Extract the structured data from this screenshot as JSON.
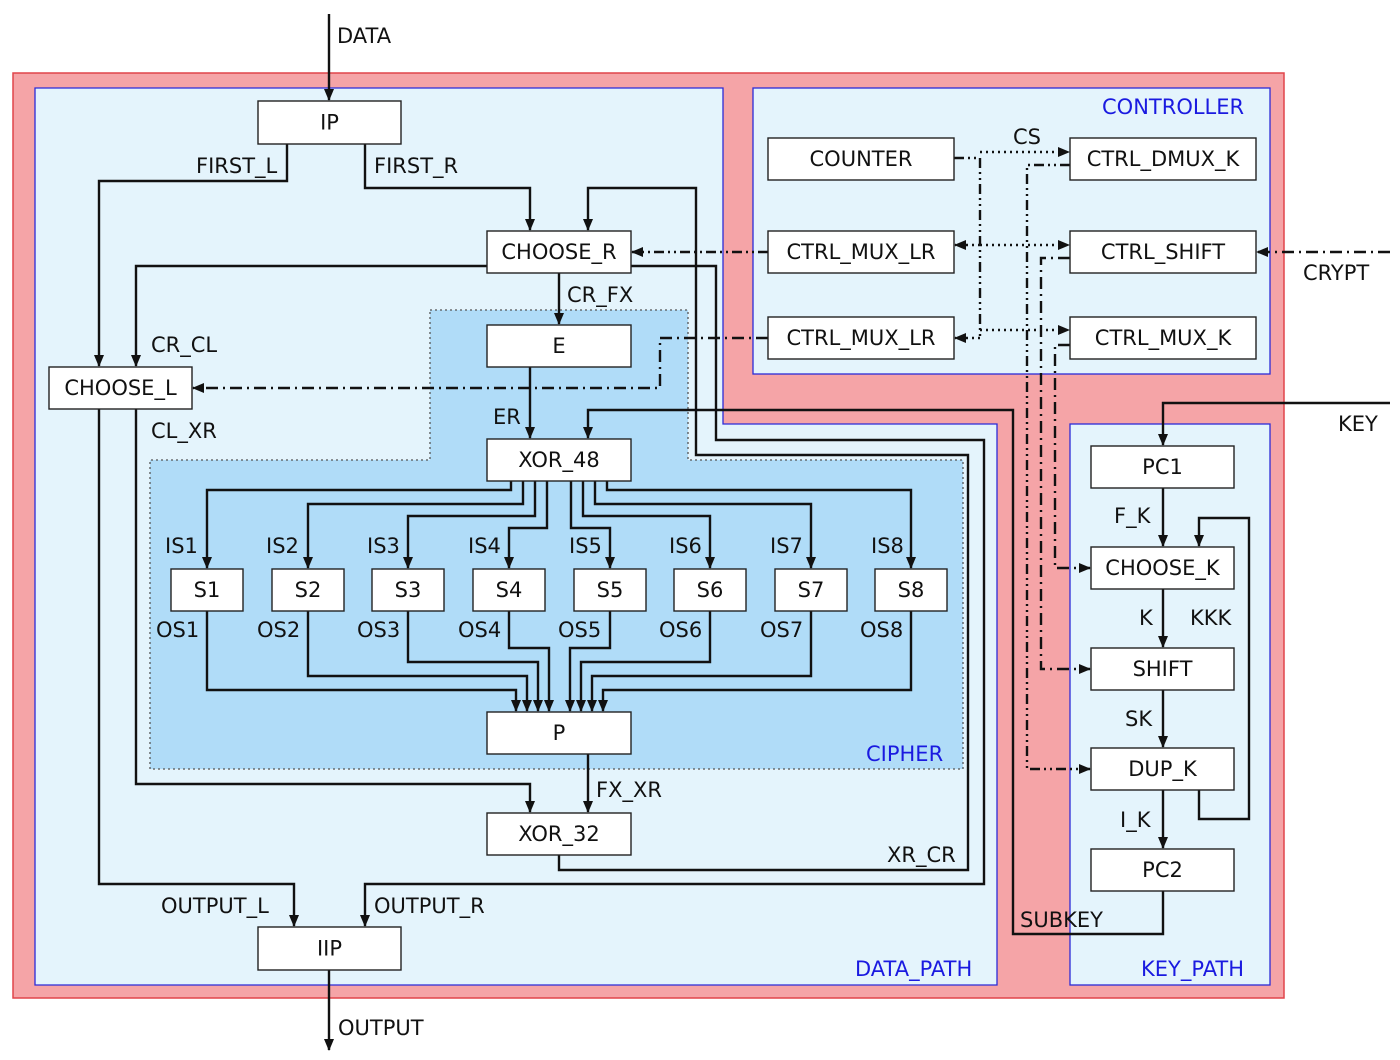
{
  "regions": {
    "controller": "CONTROLLER",
    "data_path": "DATA_PATH",
    "key_path": "KEY_PATH",
    "cipher": "CIPHER"
  },
  "blocks": {
    "ip": "IP",
    "choose_r": "CHOOSE_R",
    "e": "E",
    "choose_l": "CHOOSE_L",
    "xor_48": "XOR_48",
    "p": "P",
    "xor_32": "XOR_32",
    "iip": "IIP",
    "counter": "COUNTER",
    "ctrl_mux_lr_1": "CTRL_MUX_LR",
    "ctrl_mux_lr_2": "CTRL_MUX_LR",
    "ctrl_dmux_k": "CTRL_DMUX_K",
    "ctrl_shift": "CTRL_SHIFT",
    "ctrl_mux_k": "CTRL_MUX_K",
    "pc1": "PC1",
    "choose_k": "CHOOSE_K",
    "shift": "SHIFT",
    "dup_k": "DUP_K",
    "pc2": "PC2"
  },
  "s_boxes": [
    "S1",
    "S2",
    "S3",
    "S4",
    "S5",
    "S6",
    "S7",
    "S8"
  ],
  "signals": {
    "data": "DATA",
    "first_l": "FIRST_L",
    "first_r": "FIRST_R",
    "cr_fx": "CR_FX",
    "cr_cl": "CR_CL",
    "cl_xr": "CL_XR",
    "er": "ER",
    "is": [
      "IS1",
      "IS2",
      "IS3",
      "IS4",
      "IS5",
      "IS6",
      "IS7",
      "IS8"
    ],
    "os": [
      "OS1",
      "OS2",
      "OS3",
      "OS4",
      "OS5",
      "OS6",
      "OS7",
      "OS8"
    ],
    "fx_xr": "FX_XR",
    "xr_cr": "XR_CR",
    "output_l": "OUTPUT_L",
    "output_r": "OUTPUT_R",
    "output": "OUTPUT",
    "cs": "CS",
    "crypt": "CRYPT",
    "key": "KEY",
    "f_k": "F_K",
    "k": "K",
    "kkk": "KKK",
    "sk": "SK",
    "i_k": "I_K",
    "subkey": "SUBKEY"
  },
  "colors": {
    "outer_fill": "#f5a4a7",
    "outer_border": "#e0454a",
    "region_fill": "#e4f4fc",
    "region_border": "#2b2bd8",
    "cipher_fill": "#b0dcf8",
    "region_label": "#1a1ae0"
  }
}
